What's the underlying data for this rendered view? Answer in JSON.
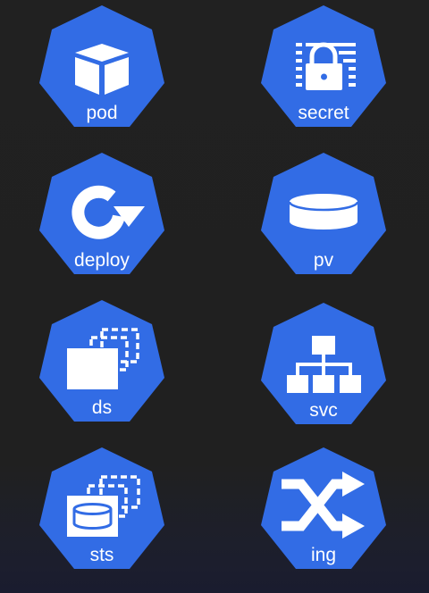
{
  "theme": {
    "badge_color": "#326ce5",
    "icon_color": "#ffffff"
  },
  "badges": [
    {
      "label": "pod",
      "icon": "pod-cube-icon"
    },
    {
      "label": "secret",
      "icon": "secret-lock-icon"
    },
    {
      "label": "deploy",
      "icon": "deploy-rotate-icon"
    },
    {
      "label": "pv",
      "icon": "pv-disk-icon"
    },
    {
      "label": "ds",
      "icon": "ds-stacked-pages-icon"
    },
    {
      "label": "svc",
      "icon": "svc-network-tree-icon"
    },
    {
      "label": "sts",
      "icon": "sts-stacked-db-icon"
    },
    {
      "label": "ing",
      "icon": "ing-shuffle-arrows-icon"
    }
  ]
}
